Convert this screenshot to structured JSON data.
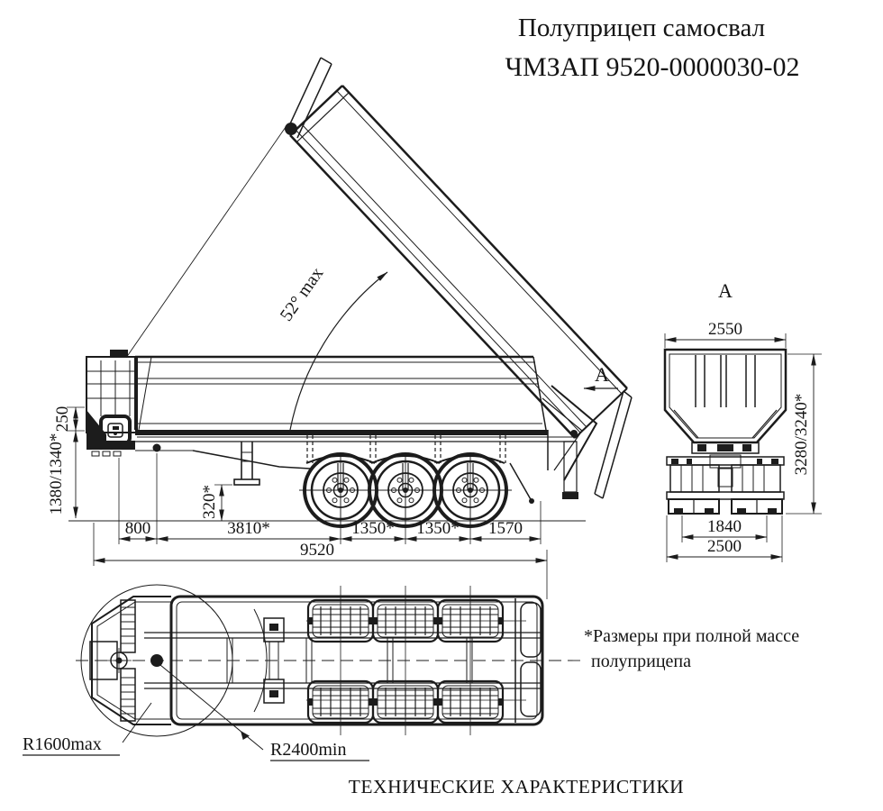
{
  "title": {
    "line1": "Полуприцеп самосвал",
    "line2": "ЧМЗАП 9520-0000030-02"
  },
  "side_view": {
    "tip_angle": "52° max",
    "section_arrow": "A",
    "dim_fifth_wheel_250": "250",
    "dim_height_1380": "1380/1340*",
    "dim_clearance_320": "320*",
    "dim_800": "800",
    "dim_3810": "3810*",
    "dim_axle1_1350": "1350*",
    "dim_axle2_1350": "1350*",
    "dim_rear_1570": "1570",
    "dim_overall_9520": "9520"
  },
  "rear_view": {
    "view_label": "A",
    "dim_body_width_2550": "2550",
    "dim_track_1840": "1840",
    "dim_overall_width_2500": "2500",
    "dim_height_3280": "3280/3240*"
  },
  "plan_view": {
    "radius_label_r1600": "R1600max",
    "radius_label_r2400": "R2400min"
  },
  "note": {
    "line1": "*Размеры при полной массе",
    "line2": "полуприцепа"
  },
  "footer_title": "ТЕХНИЧЕСКИЕ ХАРАКТЕРИСТИКИ",
  "colors": {
    "ink": "#1c1c1c",
    "paper": "#ffffff"
  }
}
